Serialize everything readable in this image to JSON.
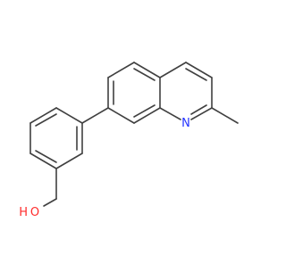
{
  "molecule": {
    "atoms": {
      "nitrogen": {
        "symbol": "N",
        "color": "#2433ff"
      },
      "hydroxyl_oxygen": {
        "symbol": "O",
        "color": "#ff2b2b"
      },
      "hydroxyl_hydrogen": {
        "symbol": "H",
        "color": "#ff2b2b"
      }
    },
    "bond_color": "#404040"
  }
}
